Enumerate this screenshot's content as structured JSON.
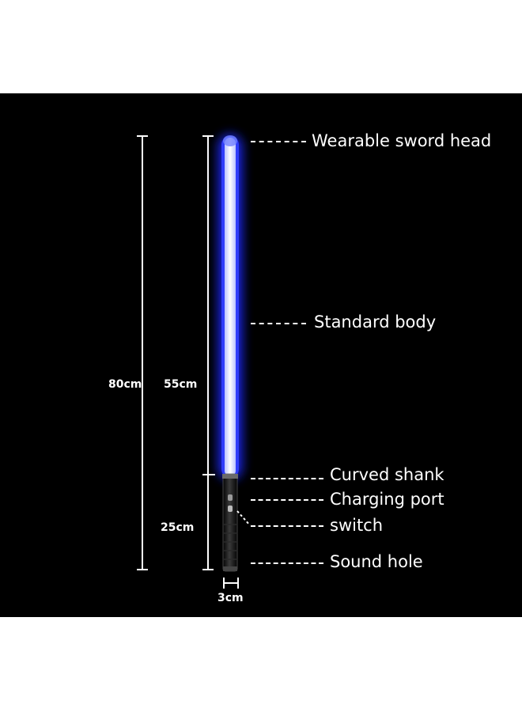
{
  "dimensions": {
    "total_length": "80cm",
    "blade_length": "55cm",
    "handle_length": "25cm",
    "handle_width": "3cm"
  },
  "parts": {
    "head": "Wearable sword head",
    "body": "Standard body",
    "shank": "Curved shank",
    "charging": "Charging port",
    "switch": "switch",
    "sound": "Sound hole"
  },
  "colors": {
    "background": "#000000",
    "blade_glow": "#1a2cff",
    "blade_core": "#eef0ff",
    "handle": "#111111"
  }
}
